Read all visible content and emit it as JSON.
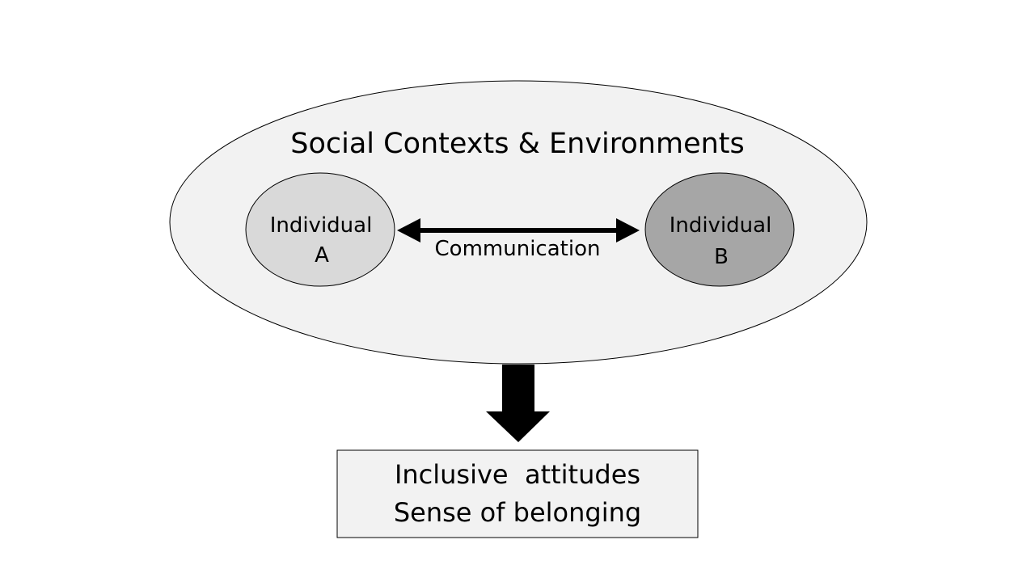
{
  "context": {
    "title": "Social Contexts & Environments"
  },
  "individual_a": {
    "line1": "Individual",
    "line2": "A"
  },
  "individual_b": {
    "line1": "Individual",
    "line2": "B"
  },
  "link": {
    "label": "Communication"
  },
  "outcome": {
    "line1": "Inclusive  attitudes",
    "line2": "Sense of belonging"
  },
  "colors": {
    "outer_fill": "#f2f2f2",
    "individual_a_fill": "#d9d9d9",
    "individual_b_fill": "#a6a6a6",
    "outcome_fill": "#f2f2f2",
    "stroke": "#000000",
    "arrow": "#000000"
  }
}
